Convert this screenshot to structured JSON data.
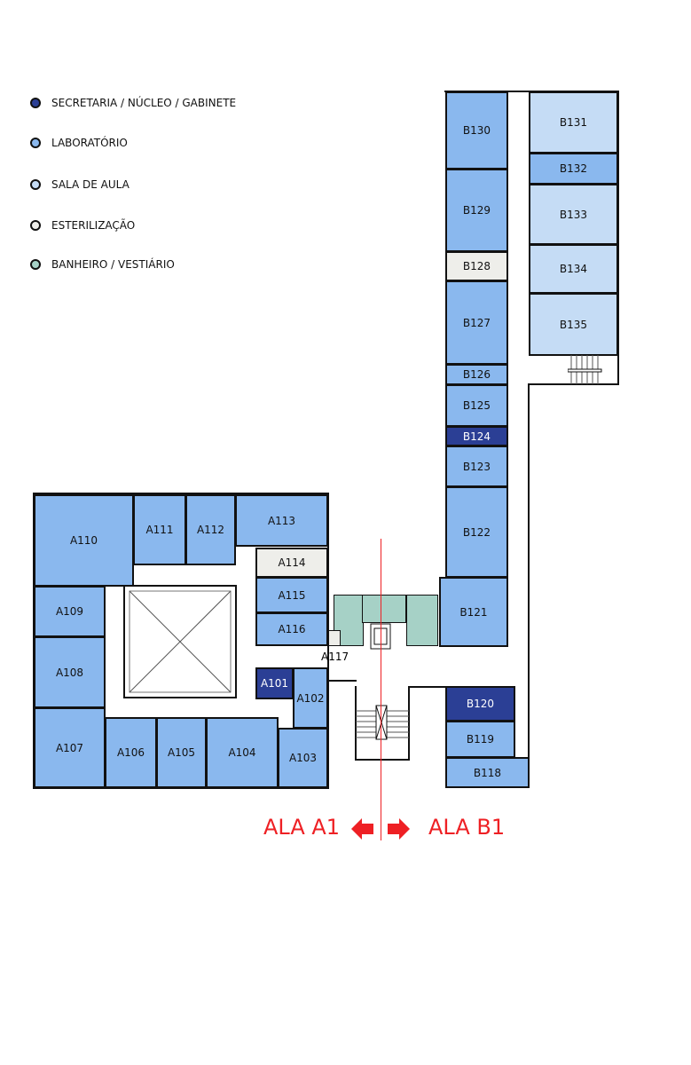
{
  "legend": [
    {
      "label": "SECRETARIA / NÚCLEO / GABINETE",
      "color": "#2b3f95"
    },
    {
      "label": "LABORATÓRIO",
      "color": "#8ab8ee"
    },
    {
      "label": "SALA DE AULA",
      "color": "#c5dcf5"
    },
    {
      "label": "ESTERILIZAÇÃO",
      "color": "#eeeeea"
    },
    {
      "label": "BANHEIRO / VESTIÁRIO",
      "color": "#a6d1c6"
    }
  ],
  "rooms": {
    "A101": "A101",
    "A102": "A102",
    "A103": "A103",
    "A104": "A104",
    "A105": "A105",
    "A106": "A106",
    "A107": "A107",
    "A108": "A108",
    "A109": "A109",
    "A110": "A110",
    "A111": "A111",
    "A112": "A112",
    "A113": "A113",
    "A114": "A114",
    "A115": "A115",
    "A116": "A116",
    "A117": "A117",
    "B118": "B118",
    "B119": "B119",
    "B120": "B120",
    "B121": "B121",
    "B122": "B122",
    "B123": "B123",
    "B124": "B124",
    "B125": "B125",
    "B126": "B126",
    "B127": "B127",
    "B128": "B128",
    "B129": "B129",
    "B130": "B130",
    "B131": "B131",
    "B132": "B132",
    "B133": "B133",
    "B134": "B134",
    "B135": "B135"
  },
  "wings": {
    "left": "ALA A1",
    "right": "ALA B1"
  }
}
